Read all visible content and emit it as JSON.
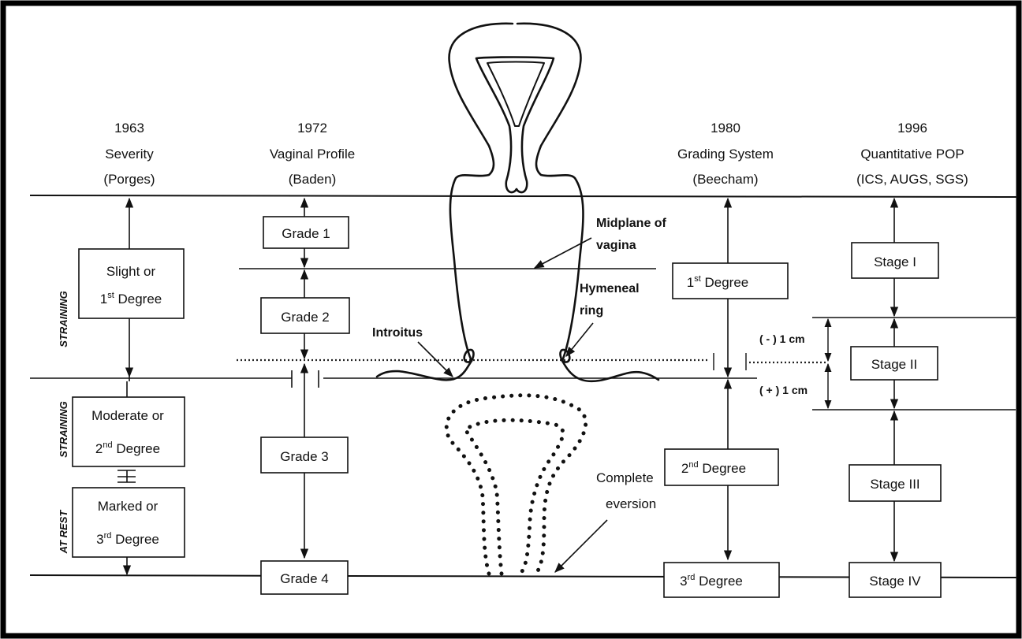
{
  "columns": [
    {
      "id": "porges",
      "year": "1963",
      "name": "Severity",
      "author": "(Porges)"
    },
    {
      "id": "baden",
      "year": "1972",
      "name": "Vaginal Profile",
      "author": "(Baden)"
    },
    {
      "id": "beecham",
      "year": "1980",
      "name": "Grading System",
      "author": "(Beecham)"
    },
    {
      "id": "popq",
      "year": "1996",
      "name": "Quantitative POP",
      "author": "(ICS, AUGS, SGS)"
    }
  ],
  "side_labels": {
    "straining_top": "STRAINING",
    "straining_mid": "STRAINING",
    "at_rest": "AT REST"
  },
  "porges": {
    "slight_1": "Slight or",
    "slight_2": "1",
    "slight_sup": "st",
    "slight_3": " Degree",
    "moderate_1": "Moderate or",
    "moderate_2": "2",
    "moderate_sup": "nd",
    "moderate_3": " Degree",
    "marked_1": "Marked or",
    "marked_2": "3",
    "marked_sup": "rd",
    "marked_3": " Degree"
  },
  "baden": {
    "g1": "Grade 1",
    "g2": "Grade 2",
    "g3": "Grade 3",
    "g4": "Grade 4"
  },
  "beecham": {
    "d1": "1",
    "d1_sup": "st",
    "d1_rest": " Degree",
    "d2": "2",
    "d2_sup": "nd",
    "d2_rest": " Degree",
    "d3": "3",
    "d3_sup": "rd",
    "d3_rest": " Degree"
  },
  "popq": {
    "s1": "Stage I",
    "s2": "Stage II",
    "s3": "Stage III",
    "s4": "Stage IV",
    "minus": "( - ) 1 cm",
    "plus": "( + ) 1 cm"
  },
  "annotations": {
    "midplane_1": "Midplane of",
    "midplane_2": "vagina",
    "hymeneal_1": "Hymeneal",
    "hymeneal_2": "ring",
    "introitus": "Introitus",
    "eversion_1": "Complete",
    "eversion_2": "eversion"
  }
}
